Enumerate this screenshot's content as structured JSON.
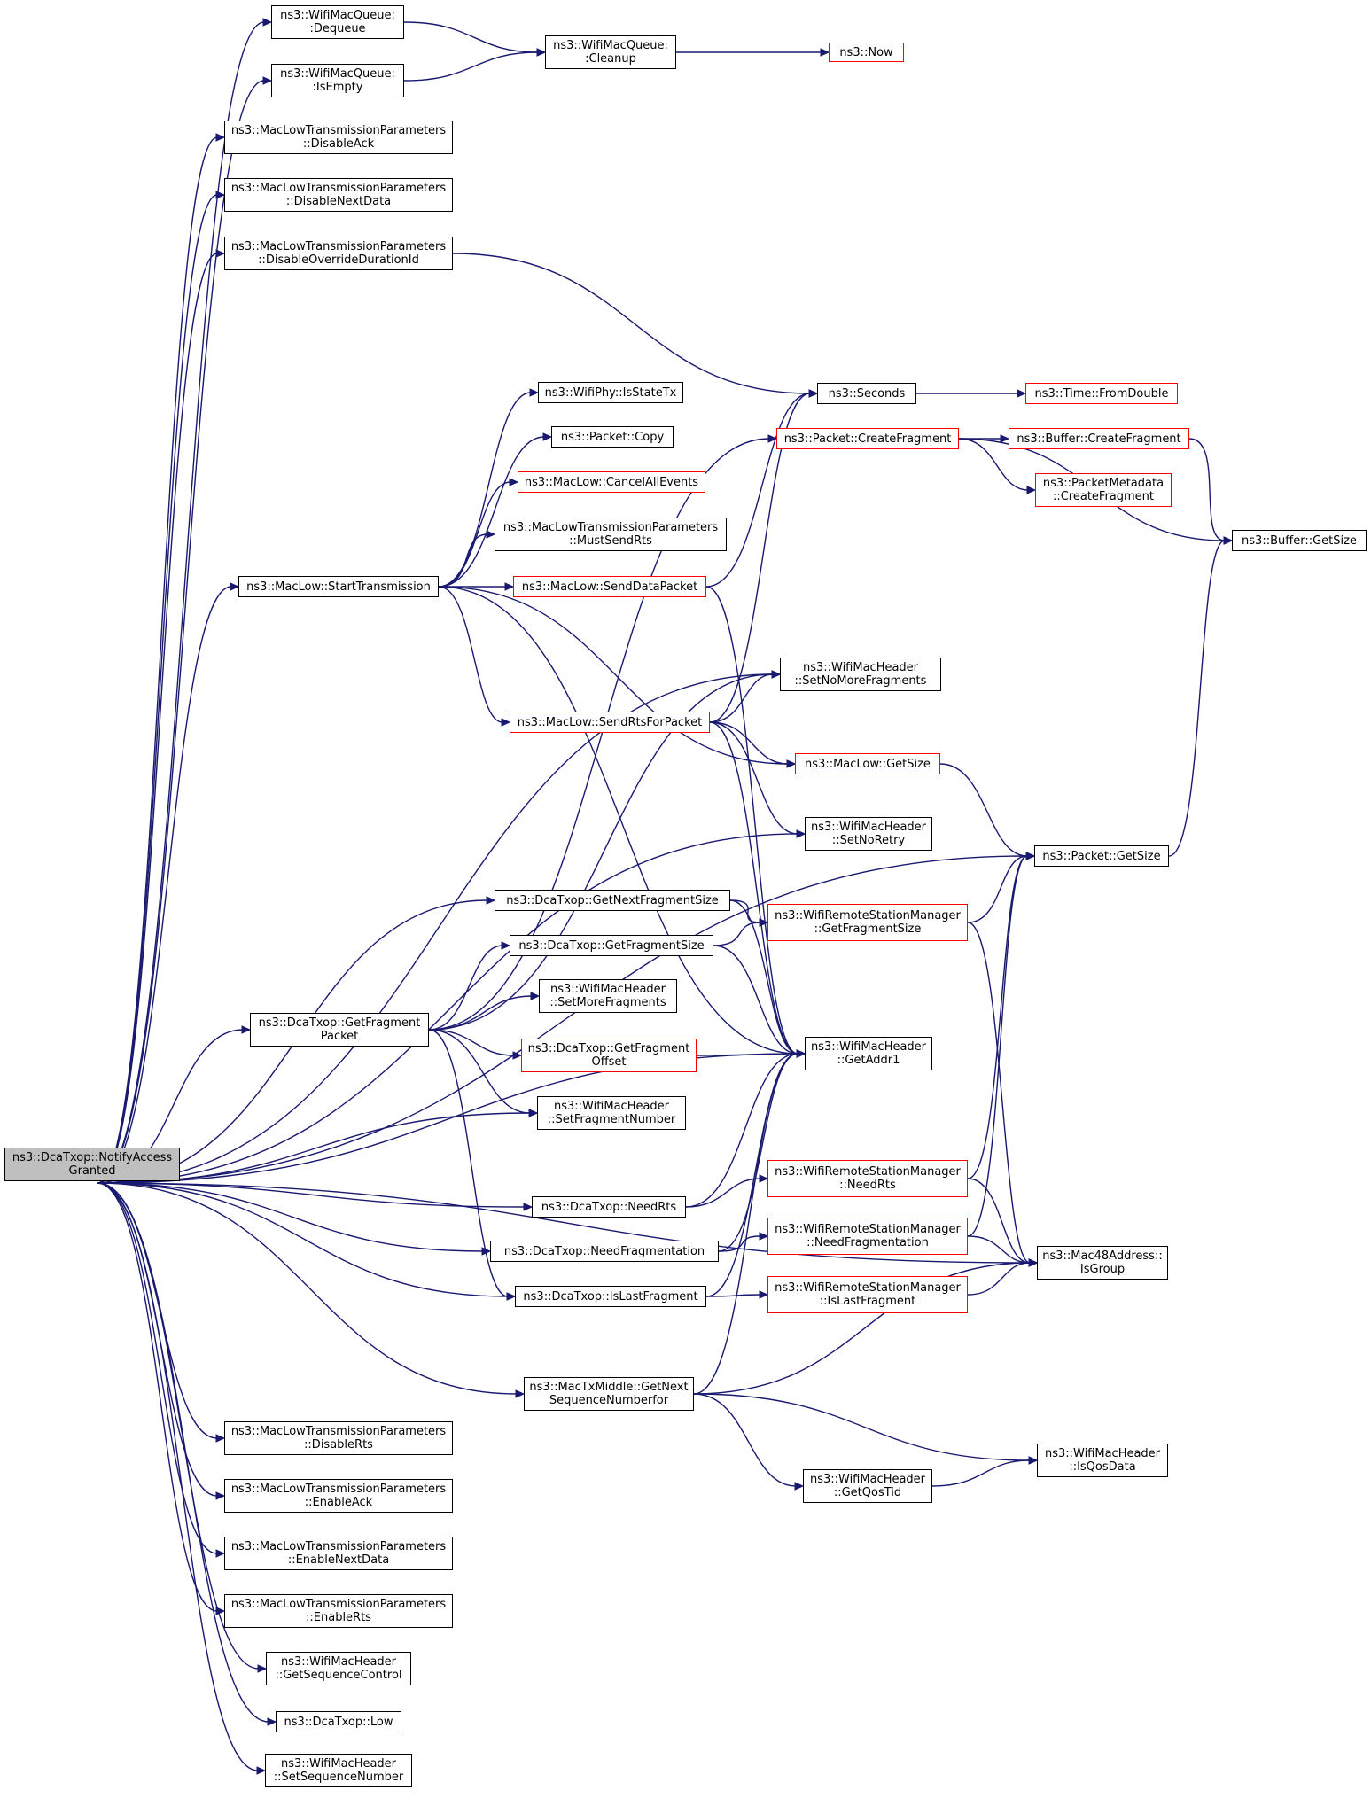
{
  "colors": {
    "edge": "#191970",
    "missing_border": "#ff0000",
    "normal_border": "#000000",
    "root_fill": "#bfbfbf"
  },
  "nodes": {
    "root": [
      "ns3::DcaTxop::NotifyAccess",
      "Granted"
    ],
    "dequeue": [
      "ns3::WifiMacQueue:",
      ":Dequeue"
    ],
    "isempty": [
      "ns3::WifiMacQueue:",
      ":IsEmpty"
    ],
    "disableack": [
      "ns3::MacLowTransmissionParameters",
      "::DisableAck"
    ],
    "disablenextdata": [
      "ns3::MacLowTransmissionParameters",
      "::DisableNextData"
    ],
    "disableoverride": [
      "ns3::MacLowTransmissionParameters",
      "::DisableOverrideDurationId"
    ],
    "cleanup": [
      "ns3::WifiMacQueue:",
      ":Cleanup"
    ],
    "now": [
      "ns3::Now"
    ],
    "seconds": [
      "ns3::Seconds"
    ],
    "fromdouble": [
      "ns3::Time::FromDouble"
    ],
    "isstatetx": [
      "ns3::WifiPhy::IsStateTx"
    ],
    "packetcopy": [
      "ns3::Packet::Copy"
    ],
    "cancelall": [
      "ns3::MacLow::CancelAllEvents"
    ],
    "mustsendrts": [
      "ns3::MacLowTransmissionParameters",
      "::MustSendRts"
    ],
    "starttx": [
      "ns3::MacLow::StartTransmission"
    ],
    "senddata": [
      "ns3::MacLow::SendDataPacket"
    ],
    "createfrag": [
      "ns3::Packet::CreateFragment"
    ],
    "bufcreate": [
      "ns3::Buffer::CreateFragment"
    ],
    "metacreate": [
      "ns3::PacketMetadata",
      "::CreateFragment"
    ],
    "bufsize": [
      "ns3::Buffer::GetSize"
    ],
    "setnomore": [
      "ns3::WifiMacHeader",
      "::SetNoMoreFragments"
    ],
    "sendrts": [
      "ns3::MacLow::SendRtsForPacket"
    ],
    "maclowsize": [
      "ns3::MacLow::GetSize"
    ],
    "setnoretry": [
      "ns3::WifiMacHeader",
      "::SetNoRetry"
    ],
    "pktsize": [
      "ns3::Packet::GetSize"
    ],
    "getnextfrag": [
      "ns3::DcaTxop::GetNextFragmentSize"
    ],
    "getfragsize": [
      "ns3::DcaTxop::GetFragmentSize"
    ],
    "wrsmfragsize": [
      "ns3::WifiRemoteStationManager",
      "::GetFragmentSize"
    ],
    "setmorefrag": [
      "ns3::WifiMacHeader",
      "::SetMoreFragments"
    ],
    "getfragpkt": [
      "ns3::DcaTxop::GetFragment",
      "Packet"
    ],
    "getfragoff": [
      "ns3::DcaTxop::GetFragment",
      "Offset"
    ],
    "getaddr1": [
      "ns3::WifiMacHeader",
      "::GetAddr1"
    ],
    "setfragnum": [
      "ns3::WifiMacHeader",
      "::SetFragmentNumber"
    ],
    "wrsmneedrts": [
      "ns3::WifiRemoteStationManager",
      "::NeedRts"
    ],
    "needrts": [
      "ns3::DcaTxop::NeedRts"
    ],
    "needfrag": [
      "ns3::DcaTxop::NeedFragmentation"
    ],
    "wrsmneedfrag": [
      "ns3::WifiRemoteStationManager",
      "::NeedFragmentation"
    ],
    "isgroup": [
      "ns3::Mac48Address::",
      "IsGroup"
    ],
    "islastfrag": [
      "ns3::DcaTxop::IsLastFragment"
    ],
    "wrsmislast": [
      "ns3::WifiRemoteStationManager",
      "::IsLastFragment"
    ],
    "nextseq": [
      "ns3::MacTxMiddle::GetNext",
      "SequenceNumberfor"
    ],
    "isqosdata": [
      "ns3::WifiMacHeader",
      "::IsQosData"
    ],
    "getqostid": [
      "ns3::WifiMacHeader",
      "::GetQosTid"
    ],
    "disablerts": [
      "ns3::MacLowTransmissionParameters",
      "::DisableRts"
    ],
    "enableack": [
      "ns3::MacLowTransmissionParameters",
      "::EnableAck"
    ],
    "enablenextdata": [
      "ns3::MacLowTransmissionParameters",
      "::EnableNextData"
    ],
    "enablerts": [
      "ns3::MacLowTransmissionParameters",
      "::EnableRts"
    ],
    "getseqctrl": [
      "ns3::WifiMacHeader",
      "::GetSequenceControl"
    ],
    "low": [
      "ns3::DcaTxop::Low"
    ],
    "setseqnum": [
      "ns3::WifiMacHeader",
      "::SetSequenceNumber"
    ]
  }
}
